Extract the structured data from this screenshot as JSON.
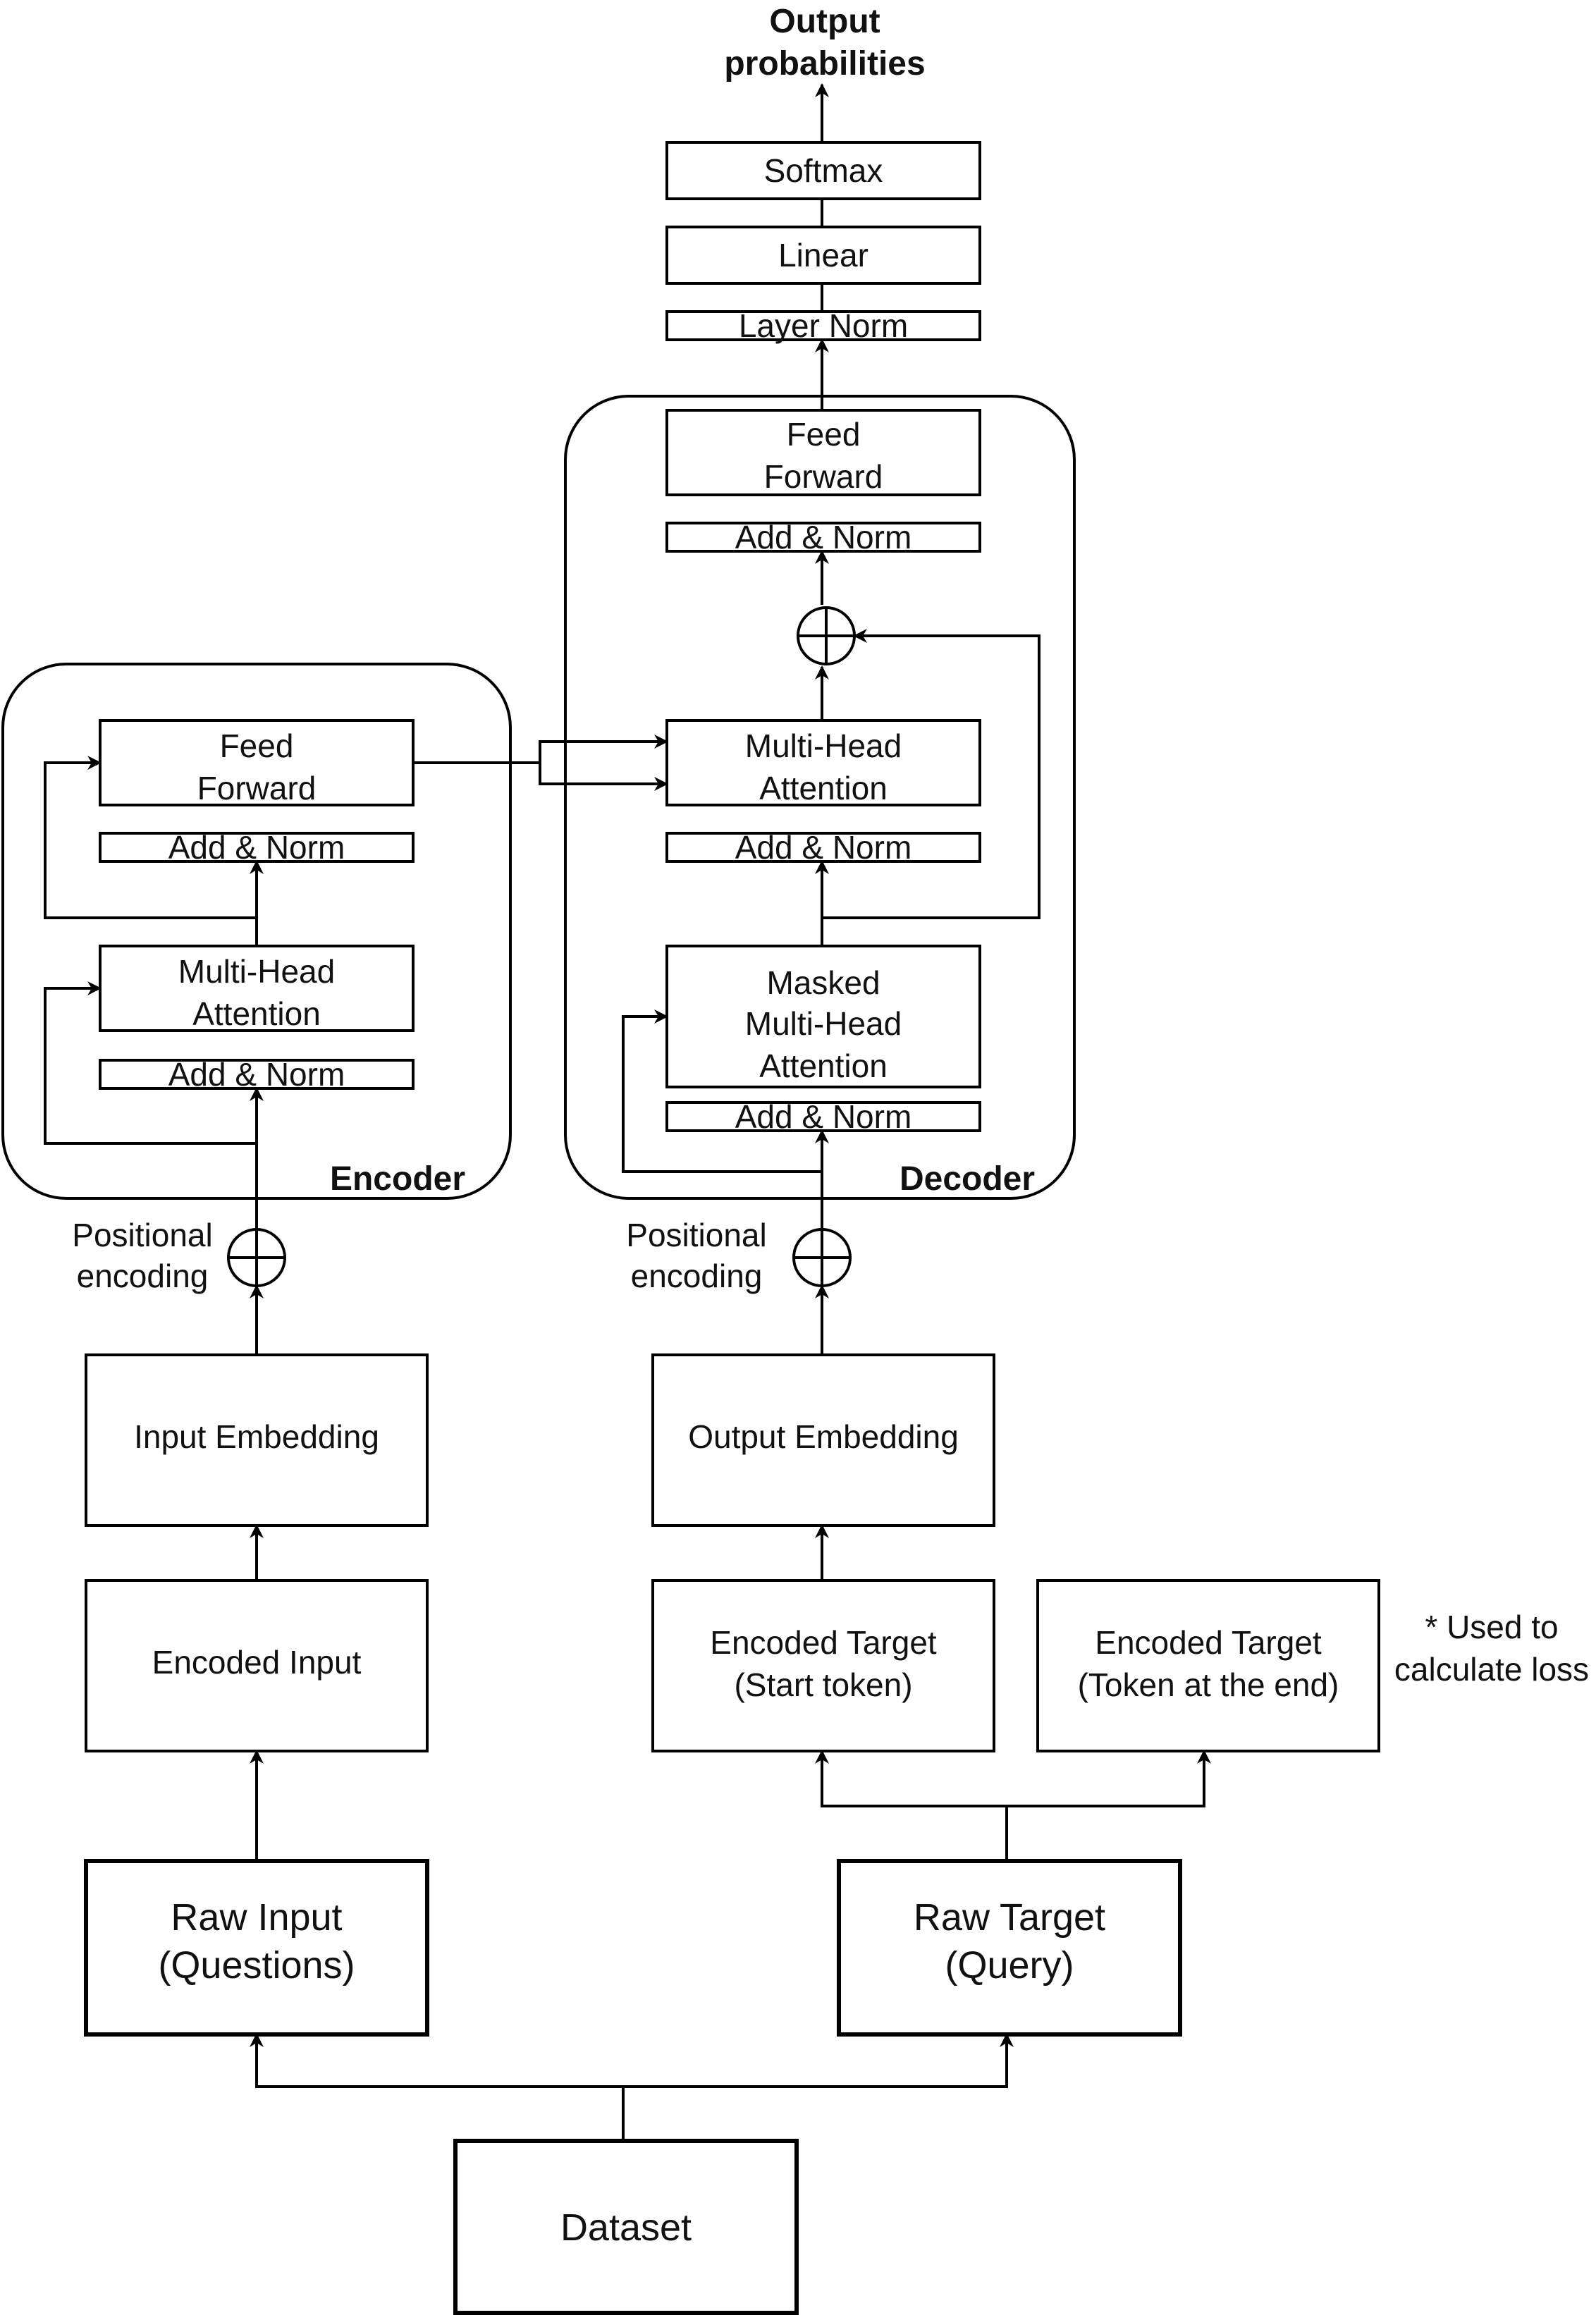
{
  "output": {
    "title_line1": "Output",
    "title_line2": "probabilities"
  },
  "decoder_head": {
    "softmax": "Softmax",
    "linear": "Linear",
    "layer_norm": "Layer Norm"
  },
  "decoder": {
    "label": "Decoder",
    "feed_forward_line1": "Feed",
    "feed_forward_line2": "Forward",
    "ff_add_norm": "Add & Norm",
    "cross_attention_line1": "Multi-Head",
    "cross_attention_line2": "Attention",
    "cross_add_norm": "Add & Norm",
    "masked_line1": "Masked",
    "masked_line2": "Multi-Head",
    "masked_line3": "Attention",
    "masked_add_norm": "Add & Norm"
  },
  "encoder": {
    "label": "Encoder",
    "feed_forward_line1": "Feed",
    "feed_forward_line2": "Forward",
    "ff_add_norm": "Add & Norm",
    "attention_line1": "Multi-Head",
    "attention_line2": "Attention",
    "attention_add_norm": "Add & Norm"
  },
  "positional": {
    "encoder_line1": "Positional",
    "encoder_line2": "encoding",
    "decoder_line1": "Positional",
    "decoder_line2": "encoding"
  },
  "embeddings": {
    "input": "Input Embedding",
    "output": "Output Embedding"
  },
  "encoded": {
    "input": "Encoded Input",
    "target_start_line1": "Encoded Target",
    "target_start_line2": "(Start token)",
    "target_end_line1": "Encoded Target",
    "target_end_line2": "(Token at the end)"
  },
  "note": {
    "line1": "* Used to",
    "line2": "calculate loss"
  },
  "raw": {
    "input_line1": "Raw Input",
    "input_line2": "(Questions)",
    "target_line1": "Raw Target",
    "target_line2": "(Query)"
  },
  "dataset": {
    "label": "Dataset"
  }
}
